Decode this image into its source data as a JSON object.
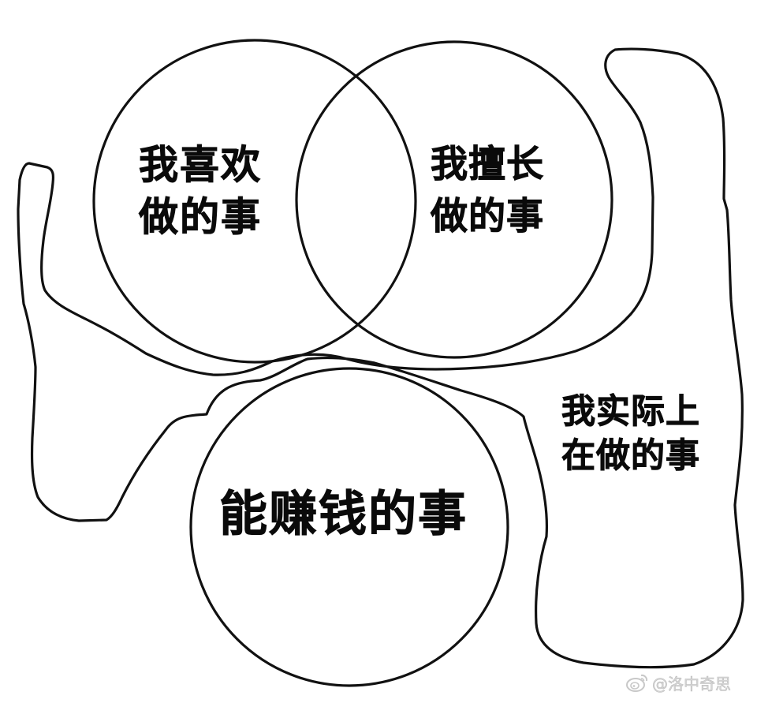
{
  "diagram": {
    "type": "venn-meme",
    "background_color": "#ffffff",
    "stroke_color": "#111111",
    "sets": [
      {
        "id": "like",
        "lines": [
          "我喜欢",
          "做的事"
        ],
        "shape": "circle"
      },
      {
        "id": "good",
        "lines": [
          "我擅长",
          "做的事"
        ],
        "shape": "circle"
      },
      {
        "id": "money",
        "lines": [
          "能赚钱的事"
        ],
        "shape": "circle"
      },
      {
        "id": "actual",
        "lines": [
          "我实际上",
          "在做的事"
        ],
        "shape": "freehand"
      }
    ]
  },
  "watermark": {
    "icon": "weibo-icon",
    "text": "@洛中奇思"
  }
}
